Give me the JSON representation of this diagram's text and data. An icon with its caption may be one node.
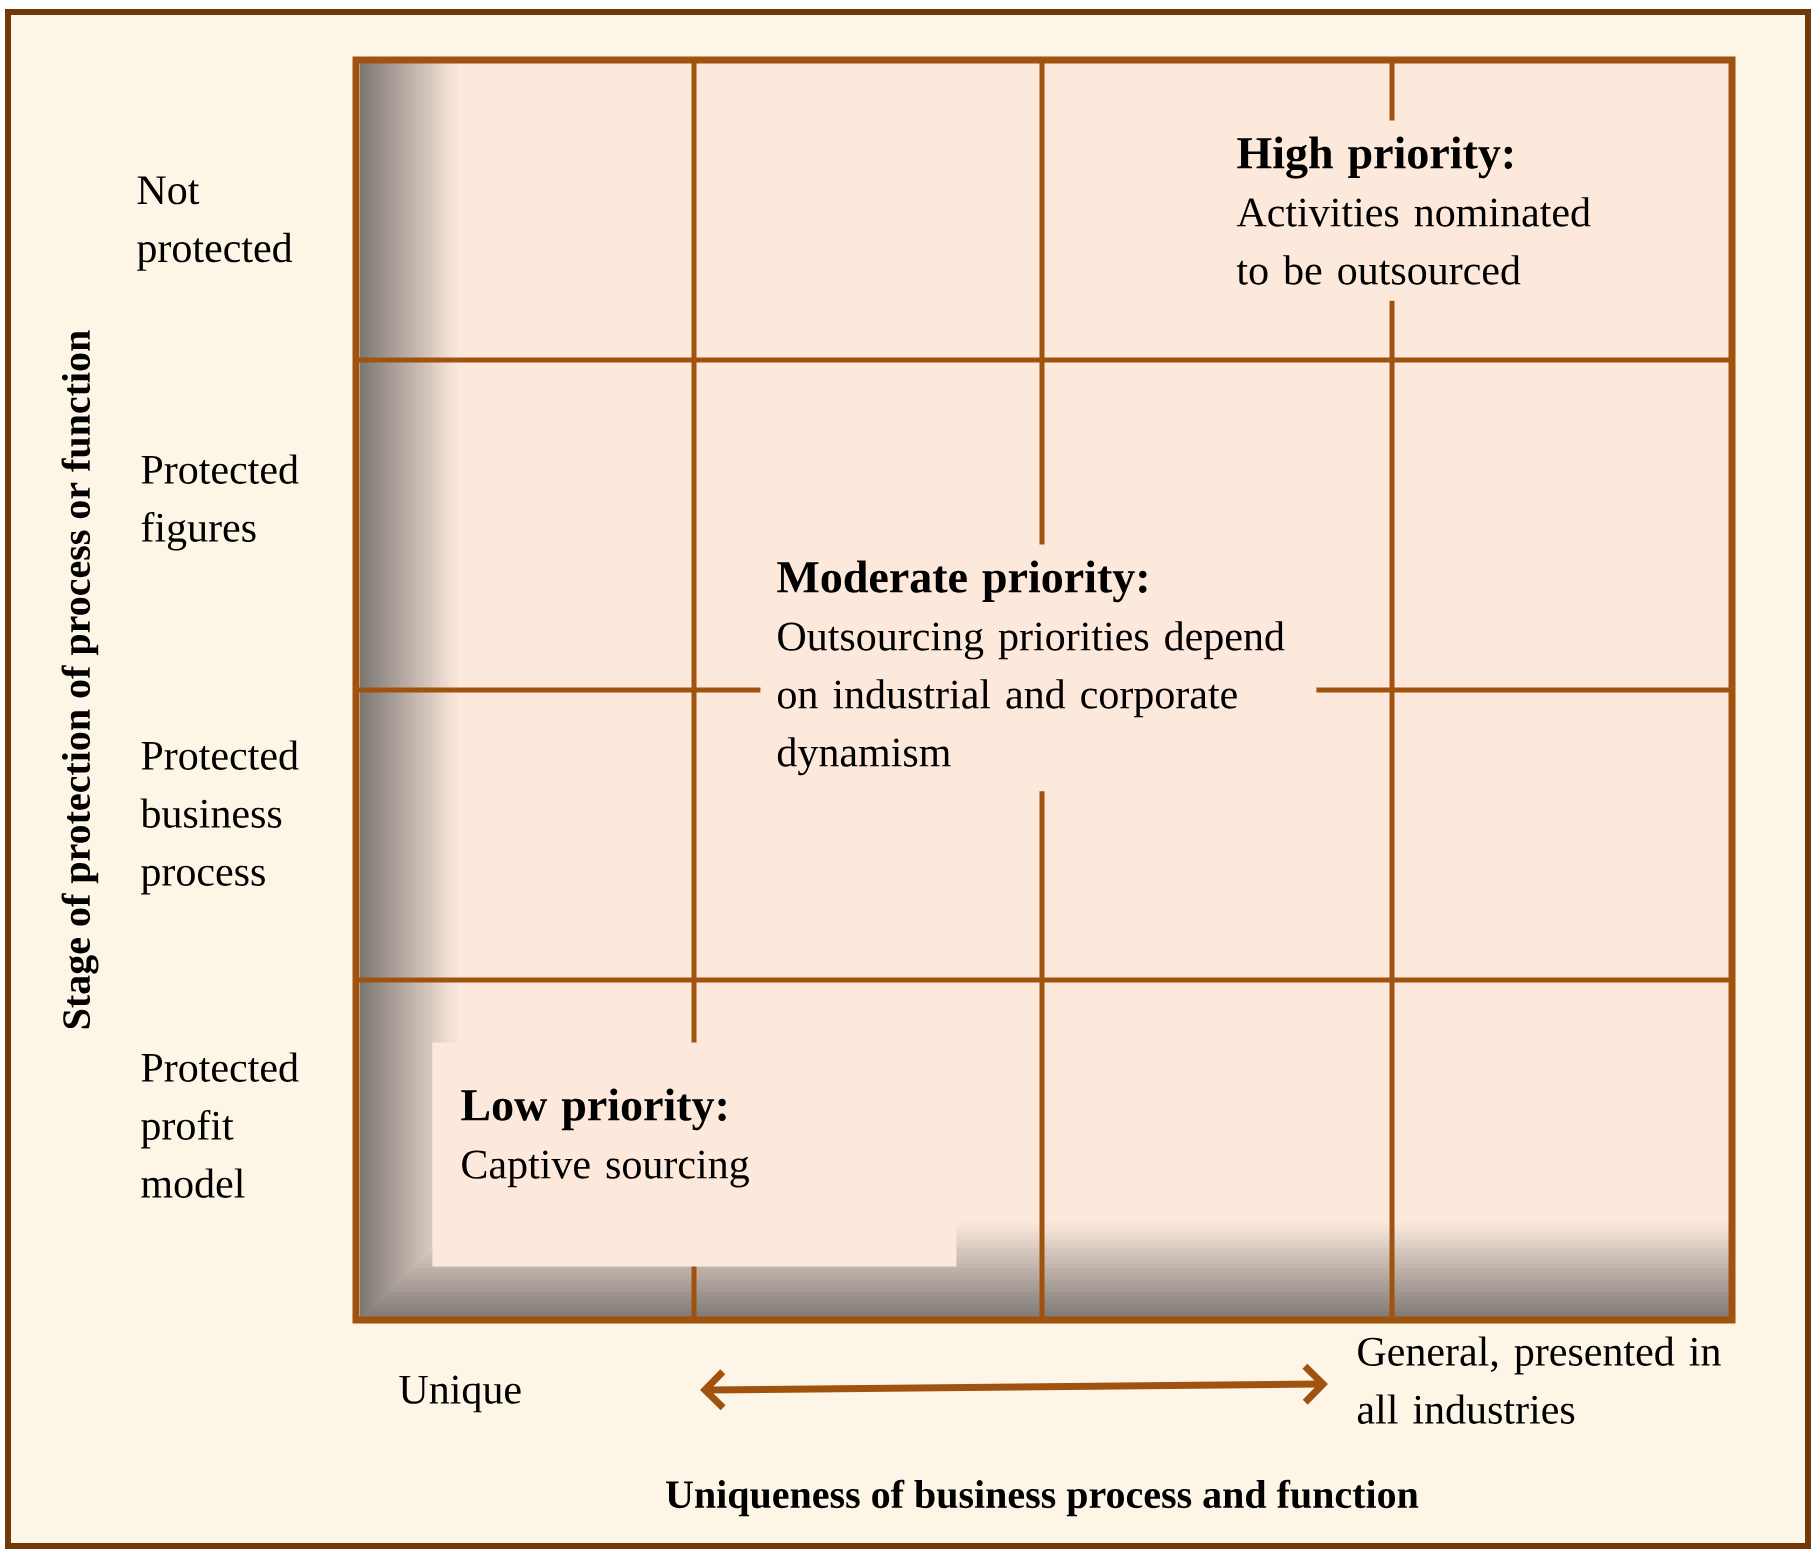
{
  "diagram": {
    "nodes": [
      {
        "text": [
          "High priority:",
          "Activities nominated to be outsourced"
        ]
      },
      {
        "text": [
          "Moderate priority:",
          "Outsourcing priorities depend on industrial and corporate dynamism"
        ]
      },
      {
        "text": [
          "Low priority:",
          "Captive sourcing"
        ]
      }
    ],
    "labels": [
      "Stage of protection of process or function",
      "Not protected",
      "Protected figures",
      "Protected business process",
      "Protected profit model",
      "Unique",
      "General, presented in all industries",
      "Uniqueness of business process and function"
    ]
  }
}
